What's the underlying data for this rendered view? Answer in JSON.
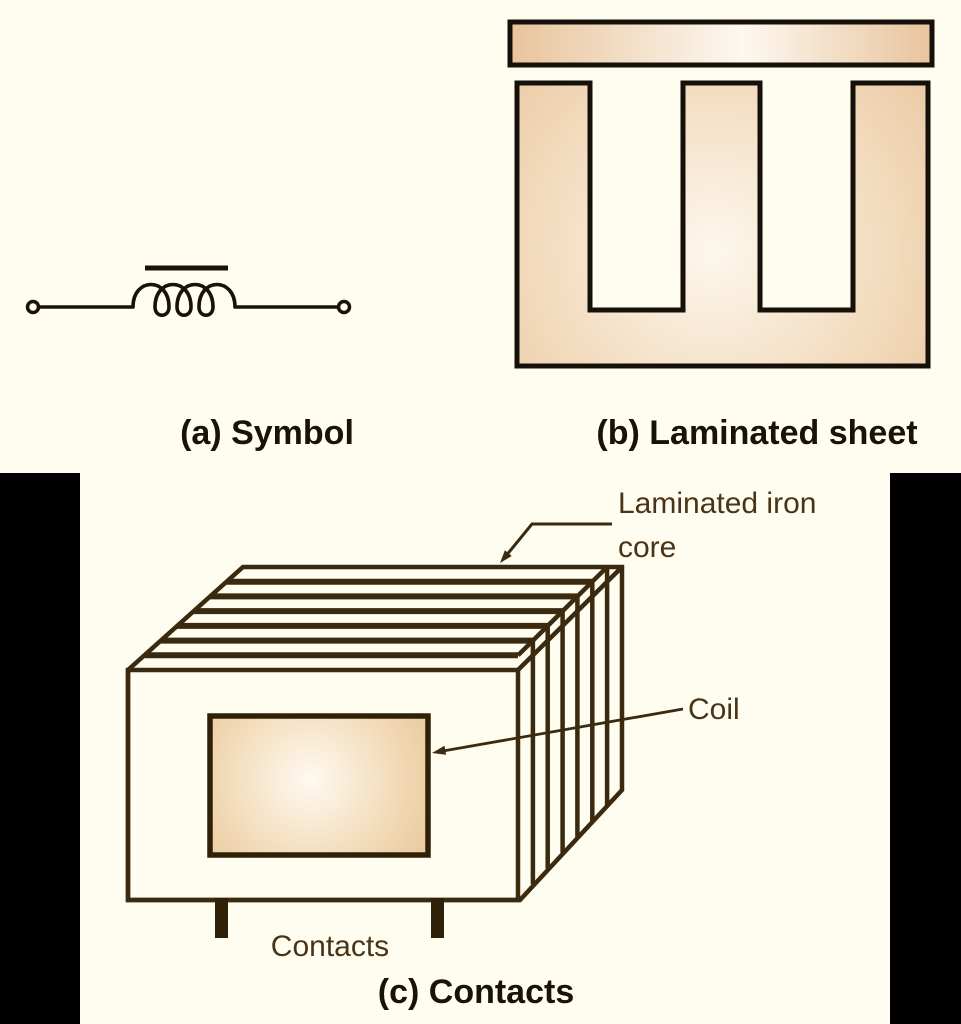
{
  "figure": {
    "panel_a": {
      "caption": "(a) Symbol"
    },
    "panel_b": {
      "caption": "(b) Laminated sheet"
    },
    "panel_c": {
      "caption": "(c) Contacts",
      "core_label_line1": "Laminated iron",
      "core_label_line2": "core",
      "coil_label": "Coil",
      "contacts_label": "Contacts"
    },
    "colors": {
      "background_cream": "#fffcf0",
      "panel_black": "#000000",
      "outline_dark": "#1a1206",
      "drawing_brown": "#3a2a10",
      "label_brown": "#493516",
      "fill_tan_edge": "#e8c49c",
      "fill_tan_center": "#fdf7ee"
    }
  }
}
